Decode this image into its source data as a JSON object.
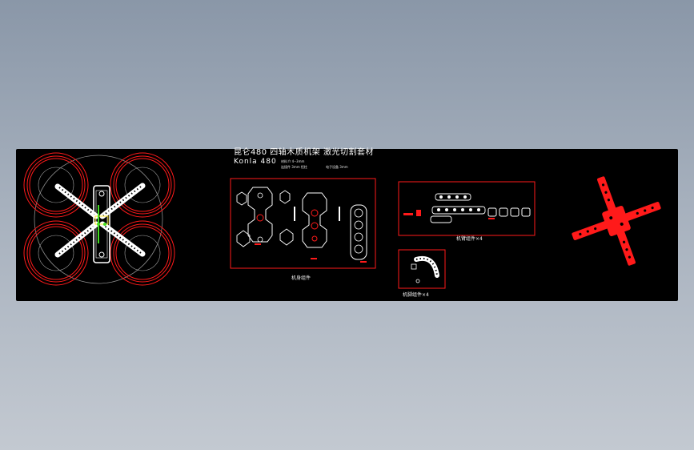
{
  "drawing": {
    "title_cn": "昆仑480 四轴木质机架 激光切割套材",
    "title_en": "Konla 480",
    "notes": [
      "材料 fr 4--3mm",
      "连接件 3mm 铝柱",
      "电子设备 3mm"
    ],
    "captions": {
      "frame": "机身组件",
      "arm": "机臂组件×4",
      "leg": "机脚组件×4"
    }
  },
  "colors": {
    "background": "#000000",
    "red": "#ff1a1a",
    "white": "#ffffff",
    "gray": "#9a9a9a",
    "green": "#44dd22"
  }
}
